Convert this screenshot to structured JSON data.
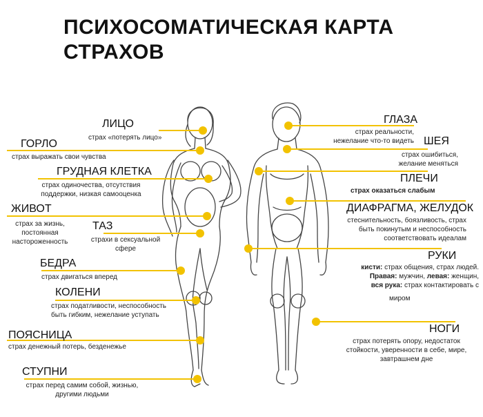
{
  "title": [
    "ПСИХОСОМАТИЧЕСКАЯ КАРТА",
    "СТРАХОВ"
  ],
  "accent_color": "#f2c200",
  "female": {
    "face": {
      "label": "ЛИЦО",
      "desc": "страх «потерять лицо»"
    },
    "throat": {
      "label": "ГОРЛО",
      "desc": "страх выражать свои чувства"
    },
    "chest": {
      "label": "ГРУДНАЯ КЛЕТКА",
      "desc": [
        "страх одиночества, отсутствия",
        "поддержки, низкая самооценка"
      ]
    },
    "belly": {
      "label": "ЖИВОТ",
      "desc": [
        "страх за жизнь,",
        "постоянная",
        "настороженность"
      ]
    },
    "pelvis": {
      "label": "ТАЗ",
      "desc": [
        "страхи в сексуальной",
        "сфере"
      ]
    },
    "hips": {
      "label": "БЕДРА",
      "desc": "страх двигаться вперед"
    },
    "knees": {
      "label": "КОЛЕНИ",
      "desc": [
        "страх податливости, неспособность",
        "быть гибким, нежелание уступать"
      ]
    },
    "lowback": {
      "label": "ПОЯСНИЦА",
      "desc": "страх денежный потерь, безденежье"
    },
    "feet": {
      "label": "СТУПНИ",
      "desc": [
        "страх перед самим собой, жизнью,",
        "другими людьми"
      ]
    }
  },
  "male": {
    "eyes": {
      "label": "ГЛАЗА",
      "desc": [
        "страх реальности,",
        "нежелание что-то видеть"
      ]
    },
    "neck": {
      "label": "ШЕЯ",
      "desc": [
        "страх ошибиться,",
        "желание меняться"
      ]
    },
    "shoulders": {
      "label": "ПЛЕЧИ",
      "desc": "страх оказаться слабым"
    },
    "diaphragm": {
      "label": "ДИАФРАГМА, ЖЕЛУДОК",
      "desc": [
        "стеснительность, боязливость, страх",
        "быть покинутым и неспособность",
        "соответствовать идеалам"
      ]
    },
    "arms": {
      "label": "РУКИ",
      "line1_prefix": "кисти:",
      "line1_text": " страх общения, страх людей.",
      "right_prefix": "Правая:",
      "right_text": " мужчин, ",
      "left_prefix": "левая:",
      "left_text": " женщин,",
      "whole_prefix": "вся рука:",
      "whole_text": " страх контактировать с",
      "last": "миром"
    },
    "legs": {
      "label": "НОГИ",
      "desc": [
        "страх потерять опору, недостаток",
        "стойкости, уверенности в себе, мире,",
        "завтрашнем дне"
      ]
    }
  }
}
